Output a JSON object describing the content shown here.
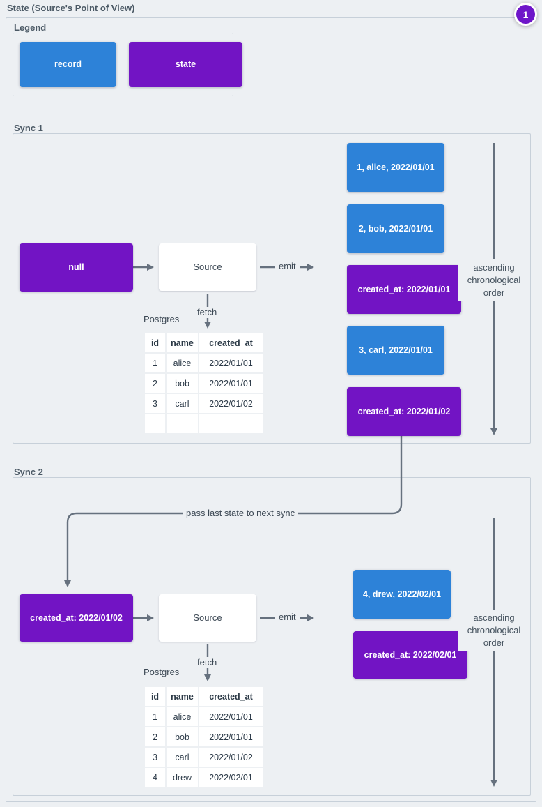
{
  "title": "State (Source's Point of View)",
  "annotation_badge": "1",
  "colors": {
    "record_blue": "#2d82d8",
    "state_purple": "#7214c4",
    "background": "#edf0f3",
    "panel_border": "#c7d0d9",
    "arrow": "#66717e",
    "badge_purple": "#6e16c9"
  },
  "legend": {
    "label": "Legend",
    "record_label": "record",
    "state_label": "state"
  },
  "sync1": {
    "label": "Sync 1",
    "input_state": "null",
    "source": "Source",
    "emit": "emit",
    "fetch": "fetch",
    "db_label": "Postgres",
    "table": {
      "headers": [
        "id",
        "name",
        "created_at"
      ],
      "rows": [
        [
          "1",
          "alice",
          "2022/01/01"
        ],
        [
          "2",
          "bob",
          "2022/01/01"
        ],
        [
          "3",
          "carl",
          "2022/01/02"
        ],
        [
          "",
          "",
          ""
        ]
      ]
    },
    "emitted": [
      {
        "type": "record",
        "text": "1, alice, 2022/01/01"
      },
      {
        "type": "record",
        "text": "2, bob, 2022/01/01"
      },
      {
        "type": "state",
        "text": "created_at: 2022/01/01"
      },
      {
        "type": "record",
        "text": "3, carl, 2022/01/01"
      },
      {
        "type": "state",
        "text": "created_at: 2022/01/02"
      }
    ],
    "order_note": "ascending chronological order"
  },
  "connector": {
    "label": "pass last state to next sync"
  },
  "sync2": {
    "label": "Sync 2",
    "input_state": "created_at: 2022/01/02",
    "source": "Source",
    "emit": "emit",
    "fetch": "fetch",
    "db_label": "Postgres",
    "table": {
      "headers": [
        "id",
        "name",
        "created_at"
      ],
      "rows": [
        [
          "1",
          "alice",
          "2022/01/01"
        ],
        [
          "2",
          "bob",
          "2022/01/01"
        ],
        [
          "3",
          "carl",
          "2022/01/02"
        ],
        [
          "4",
          "drew",
          "2022/02/01"
        ]
      ]
    },
    "emitted": [
      {
        "type": "record",
        "text": "4, drew, 2022/02/01"
      },
      {
        "type": "state",
        "text": "created_at: 2022/02/01"
      }
    ],
    "order_note": "ascending chronological order"
  }
}
